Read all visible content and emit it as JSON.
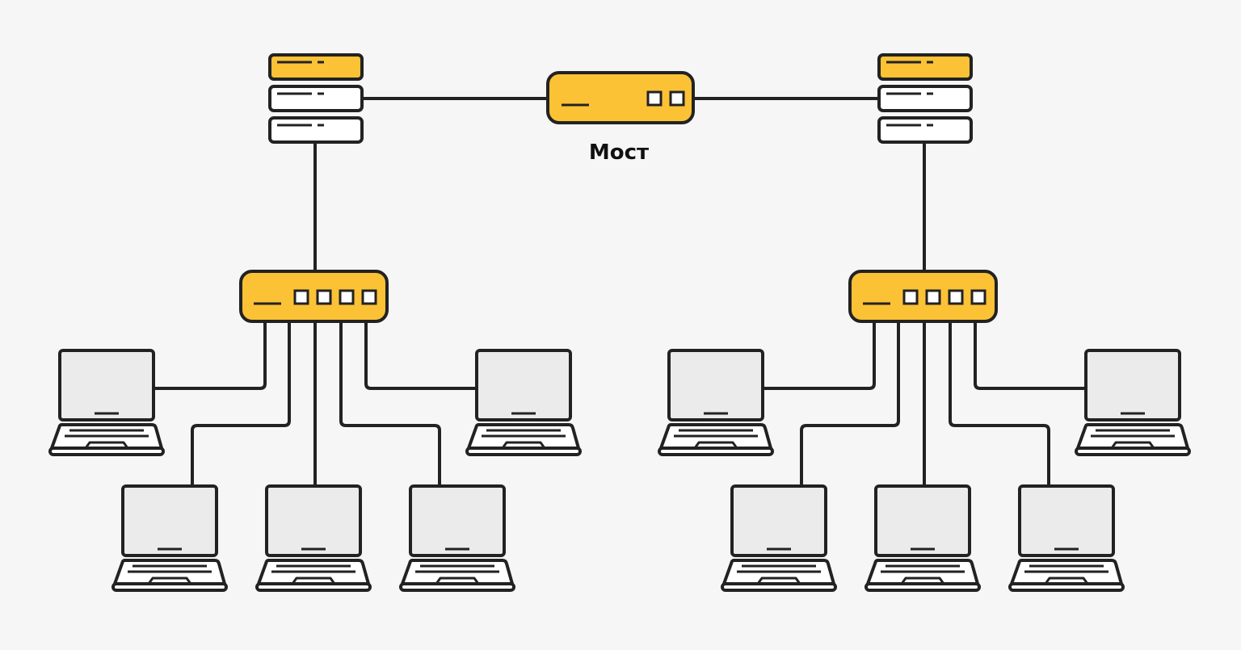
{
  "diagram": {
    "title": "Мост",
    "colors": {
      "background": "#f6f6f6",
      "stroke": "#222222",
      "accent": "#fcc236",
      "white": "#ffffff",
      "screen": "#ebebeb"
    },
    "nodes": [
      {
        "id": "bridge",
        "type": "bridge",
        "label": "Мост"
      },
      {
        "id": "server-left",
        "type": "server-rack"
      },
      {
        "id": "server-right",
        "type": "server-rack"
      },
      {
        "id": "switch-left",
        "type": "switch"
      },
      {
        "id": "switch-right",
        "type": "switch"
      },
      {
        "id": "laptop-l1",
        "type": "laptop"
      },
      {
        "id": "laptop-l2",
        "type": "laptop"
      },
      {
        "id": "laptop-l3",
        "type": "laptop"
      },
      {
        "id": "laptop-l4",
        "type": "laptop"
      },
      {
        "id": "laptop-l5",
        "type": "laptop"
      },
      {
        "id": "laptop-r1",
        "type": "laptop"
      },
      {
        "id": "laptop-r2",
        "type": "laptop"
      },
      {
        "id": "laptop-r3",
        "type": "laptop"
      },
      {
        "id": "laptop-r4",
        "type": "laptop"
      },
      {
        "id": "laptop-r5",
        "type": "laptop"
      }
    ],
    "links": [
      {
        "from": "server-left",
        "to": "bridge"
      },
      {
        "from": "bridge",
        "to": "server-right"
      },
      {
        "from": "server-left",
        "to": "switch-left"
      },
      {
        "from": "server-right",
        "to": "switch-right"
      },
      {
        "from": "switch-left",
        "to": "laptop-l1"
      },
      {
        "from": "switch-left",
        "to": "laptop-l2"
      },
      {
        "from": "switch-left",
        "to": "laptop-l3"
      },
      {
        "from": "switch-left",
        "to": "laptop-l4"
      },
      {
        "from": "switch-left",
        "to": "laptop-l5"
      },
      {
        "from": "switch-right",
        "to": "laptop-r1"
      },
      {
        "from": "switch-right",
        "to": "laptop-r2"
      },
      {
        "from": "switch-right",
        "to": "laptop-r3"
      },
      {
        "from": "switch-right",
        "to": "laptop-r4"
      },
      {
        "from": "switch-right",
        "to": "laptop-r5"
      }
    ]
  }
}
